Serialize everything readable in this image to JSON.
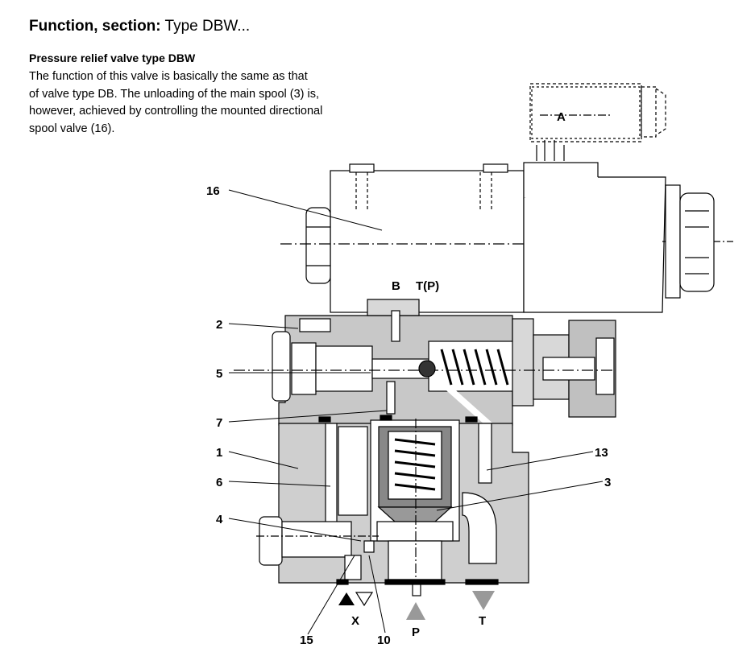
{
  "header": {
    "bold_part": "Function, section:",
    "regular_part": " Type DBW..."
  },
  "subtitle": "Pressure relief valve type DBW",
  "description": [
    "The function of this valve is basically the same as that",
    "of valve type DB. The unloading of the main spool (3) is,",
    "however, achieved by controlling the mounted directional",
    "spool valve (16)."
  ],
  "diagram": {
    "callouts": {
      "c16": "16",
      "c2": "2",
      "c5": "5",
      "c7": "7",
      "c1": "1",
      "c6": "6",
      "c4": "4",
      "c13": "13",
      "c3": "3",
      "c15": "15",
      "c10": "10"
    },
    "ports": {
      "A": "A",
      "B": "B",
      "TP": "T(P)",
      "X": "X",
      "P": "P",
      "T": "T"
    }
  },
  "colors": {
    "body_gray": "#cfcfcf",
    "dark_gray": "#555555",
    "line": "#000000"
  }
}
